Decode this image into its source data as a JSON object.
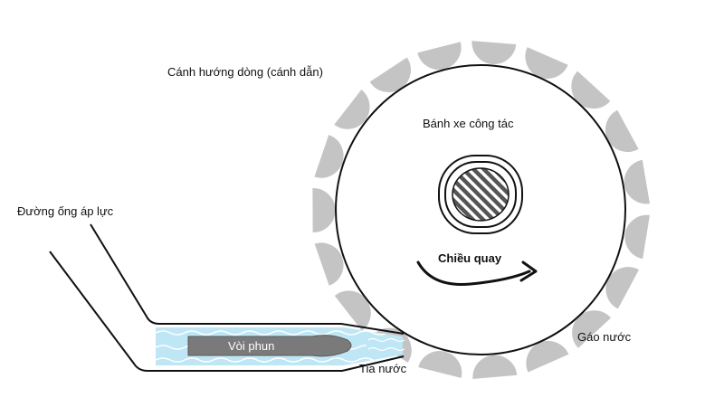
{
  "diagram": {
    "labels": {
      "guide_vane": "Cánh hướng dòng (cánh dẫn)",
      "runner": "Bánh xe công tác",
      "penstock": "Đường ống áp lực",
      "rotation": "Chiều quay",
      "nozzle": "Vòi phun",
      "bucket": "Gáo nước",
      "jet": "Tia nước"
    },
    "colors": {
      "bucket": "#c4c4c4",
      "nozzle_body": "#7a7a7a",
      "water": "#bfe6f5",
      "outline": "#111111"
    },
    "icons": [
      "rotation-arrow-icon",
      "shaft-hatch-icon"
    ]
  }
}
